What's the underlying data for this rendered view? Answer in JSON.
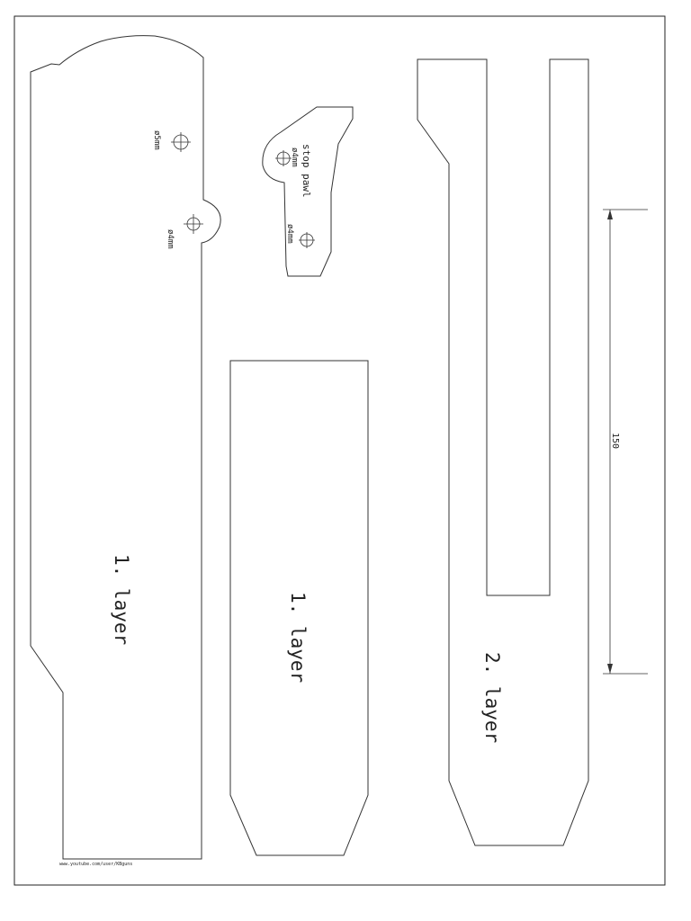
{
  "parts": {
    "left_layer": {
      "label": "1. layer"
    },
    "middle_layer": {
      "label": "1. layer"
    },
    "right_layer": {
      "label": "2. layer"
    },
    "stop_pawl": {
      "label": "stop pawl",
      "hole_top": "ø4mm",
      "hole_bottom": "ø4mm"
    }
  },
  "holes": {
    "upper": "ø5mm",
    "lower": "ø4mm"
  },
  "dimension": {
    "value": "150"
  },
  "footer": {
    "credit": "www.youtube.com/user/KBguns"
  }
}
